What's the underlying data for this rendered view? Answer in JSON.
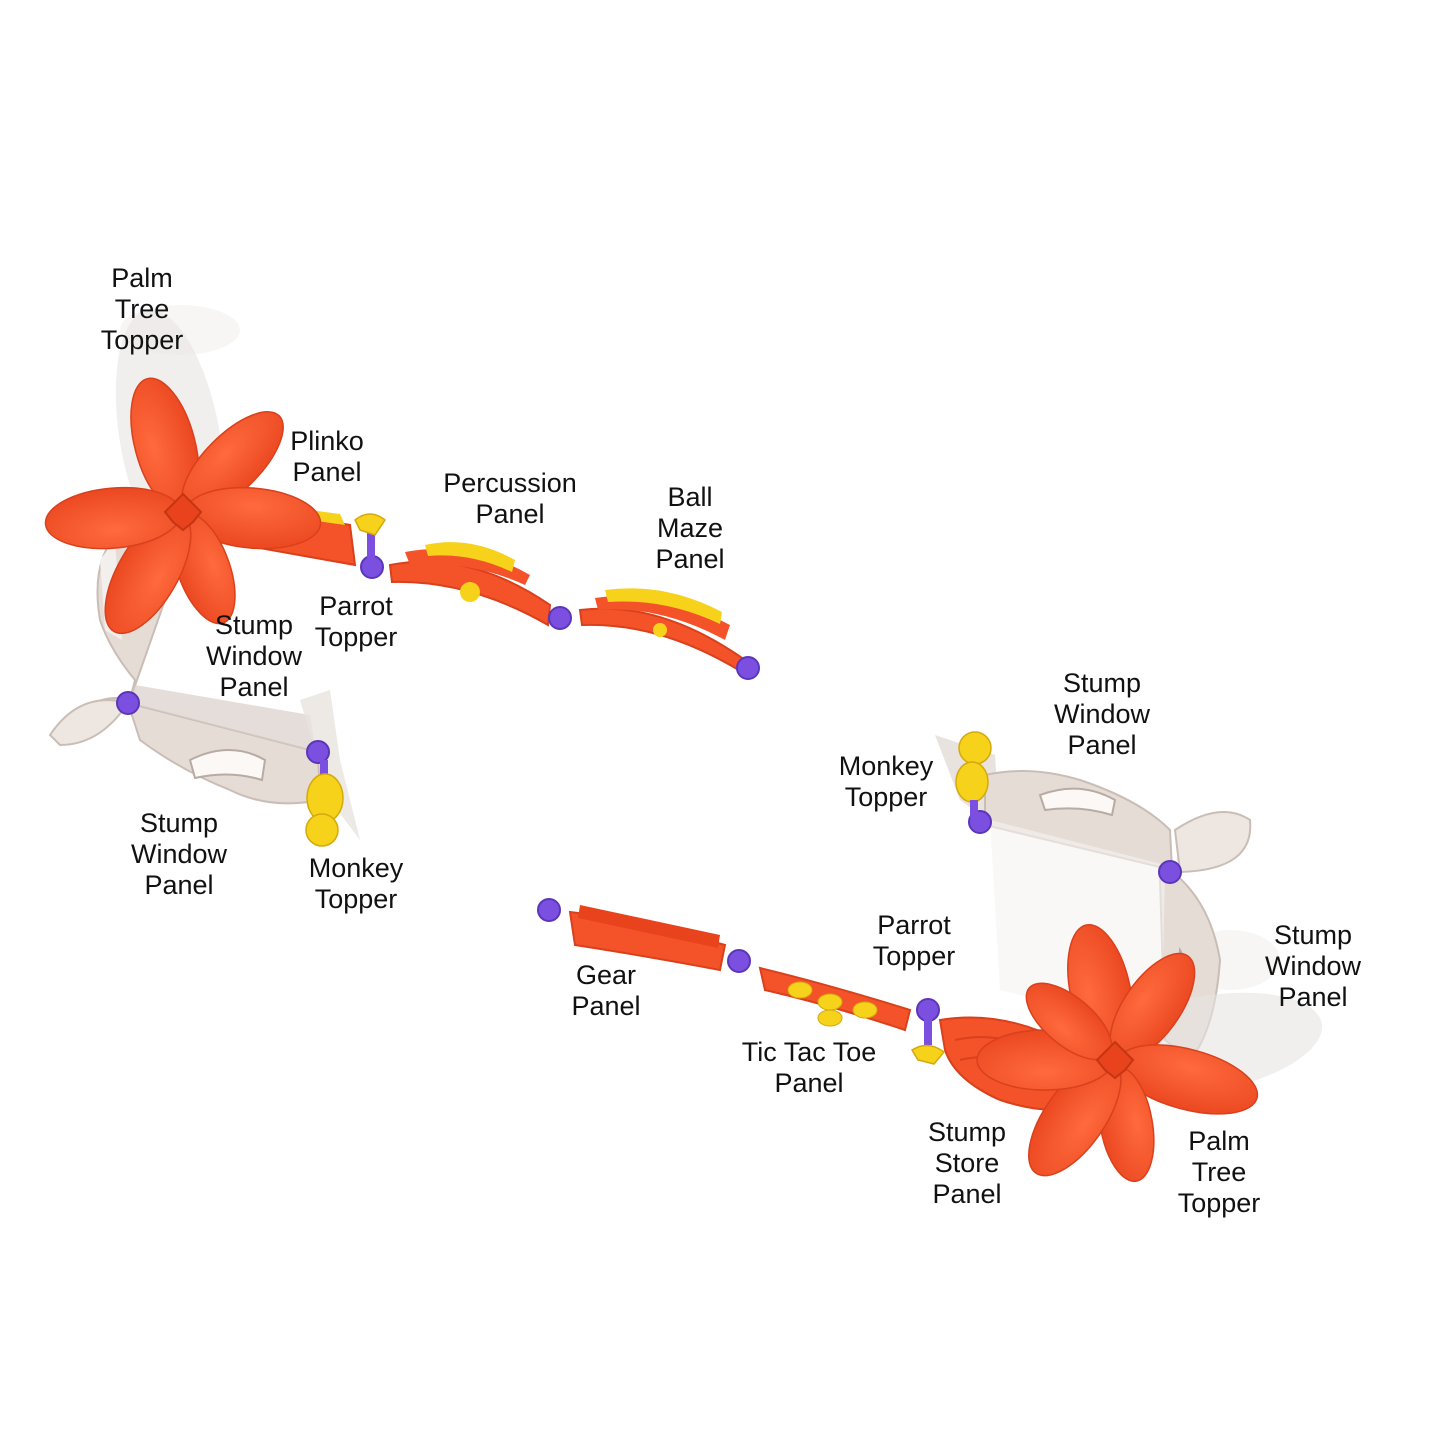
{
  "colors": {
    "panel_orange": "#f4532a",
    "panel_orange_dark": "#d9401c",
    "accent_yellow": "#f7d21a",
    "post_purple": "#7b4fe0",
    "stump_grey": "#e6dcd6",
    "stump_shadow": "#c9bdb6",
    "background": "#ffffff",
    "label_text": "#111111"
  },
  "labels": {
    "palm_tree_topper_left": [
      "Palm",
      "Tree",
      "Topper"
    ],
    "plinko_panel": [
      "Plinko",
      "Panel"
    ],
    "percussion_panel": [
      "Percussion",
      "Panel"
    ],
    "ball_maze_panel": [
      "Ball",
      "Maze",
      "Panel"
    ],
    "parrot_topper_left": [
      "Parrot",
      "Topper"
    ],
    "stump_window_panel_left_inner": [
      "Stump",
      "Window",
      "Panel"
    ],
    "stump_window_panel_left_outer": [
      "Stump",
      "Window",
      "Panel"
    ],
    "monkey_topper_left": [
      "Monkey",
      "Topper"
    ],
    "stump_window_panel_right_top": [
      "Stump",
      "Window",
      "Panel"
    ],
    "monkey_topper_right": [
      "Monkey",
      "Topper"
    ],
    "stump_window_panel_right_side": [
      "Stump",
      "Window",
      "Panel"
    ],
    "parrot_topper_right": [
      "Parrot",
      "Topper"
    ],
    "gear_panel": [
      "Gear",
      "Panel"
    ],
    "tic_tac_toe_panel": [
      "Tic Tac Toe",
      "Panel"
    ],
    "stump_store_panel": [
      "Stump",
      "Store",
      "Panel"
    ],
    "palm_tree_topper_right": [
      "Palm",
      "Tree",
      "Topper"
    ]
  }
}
